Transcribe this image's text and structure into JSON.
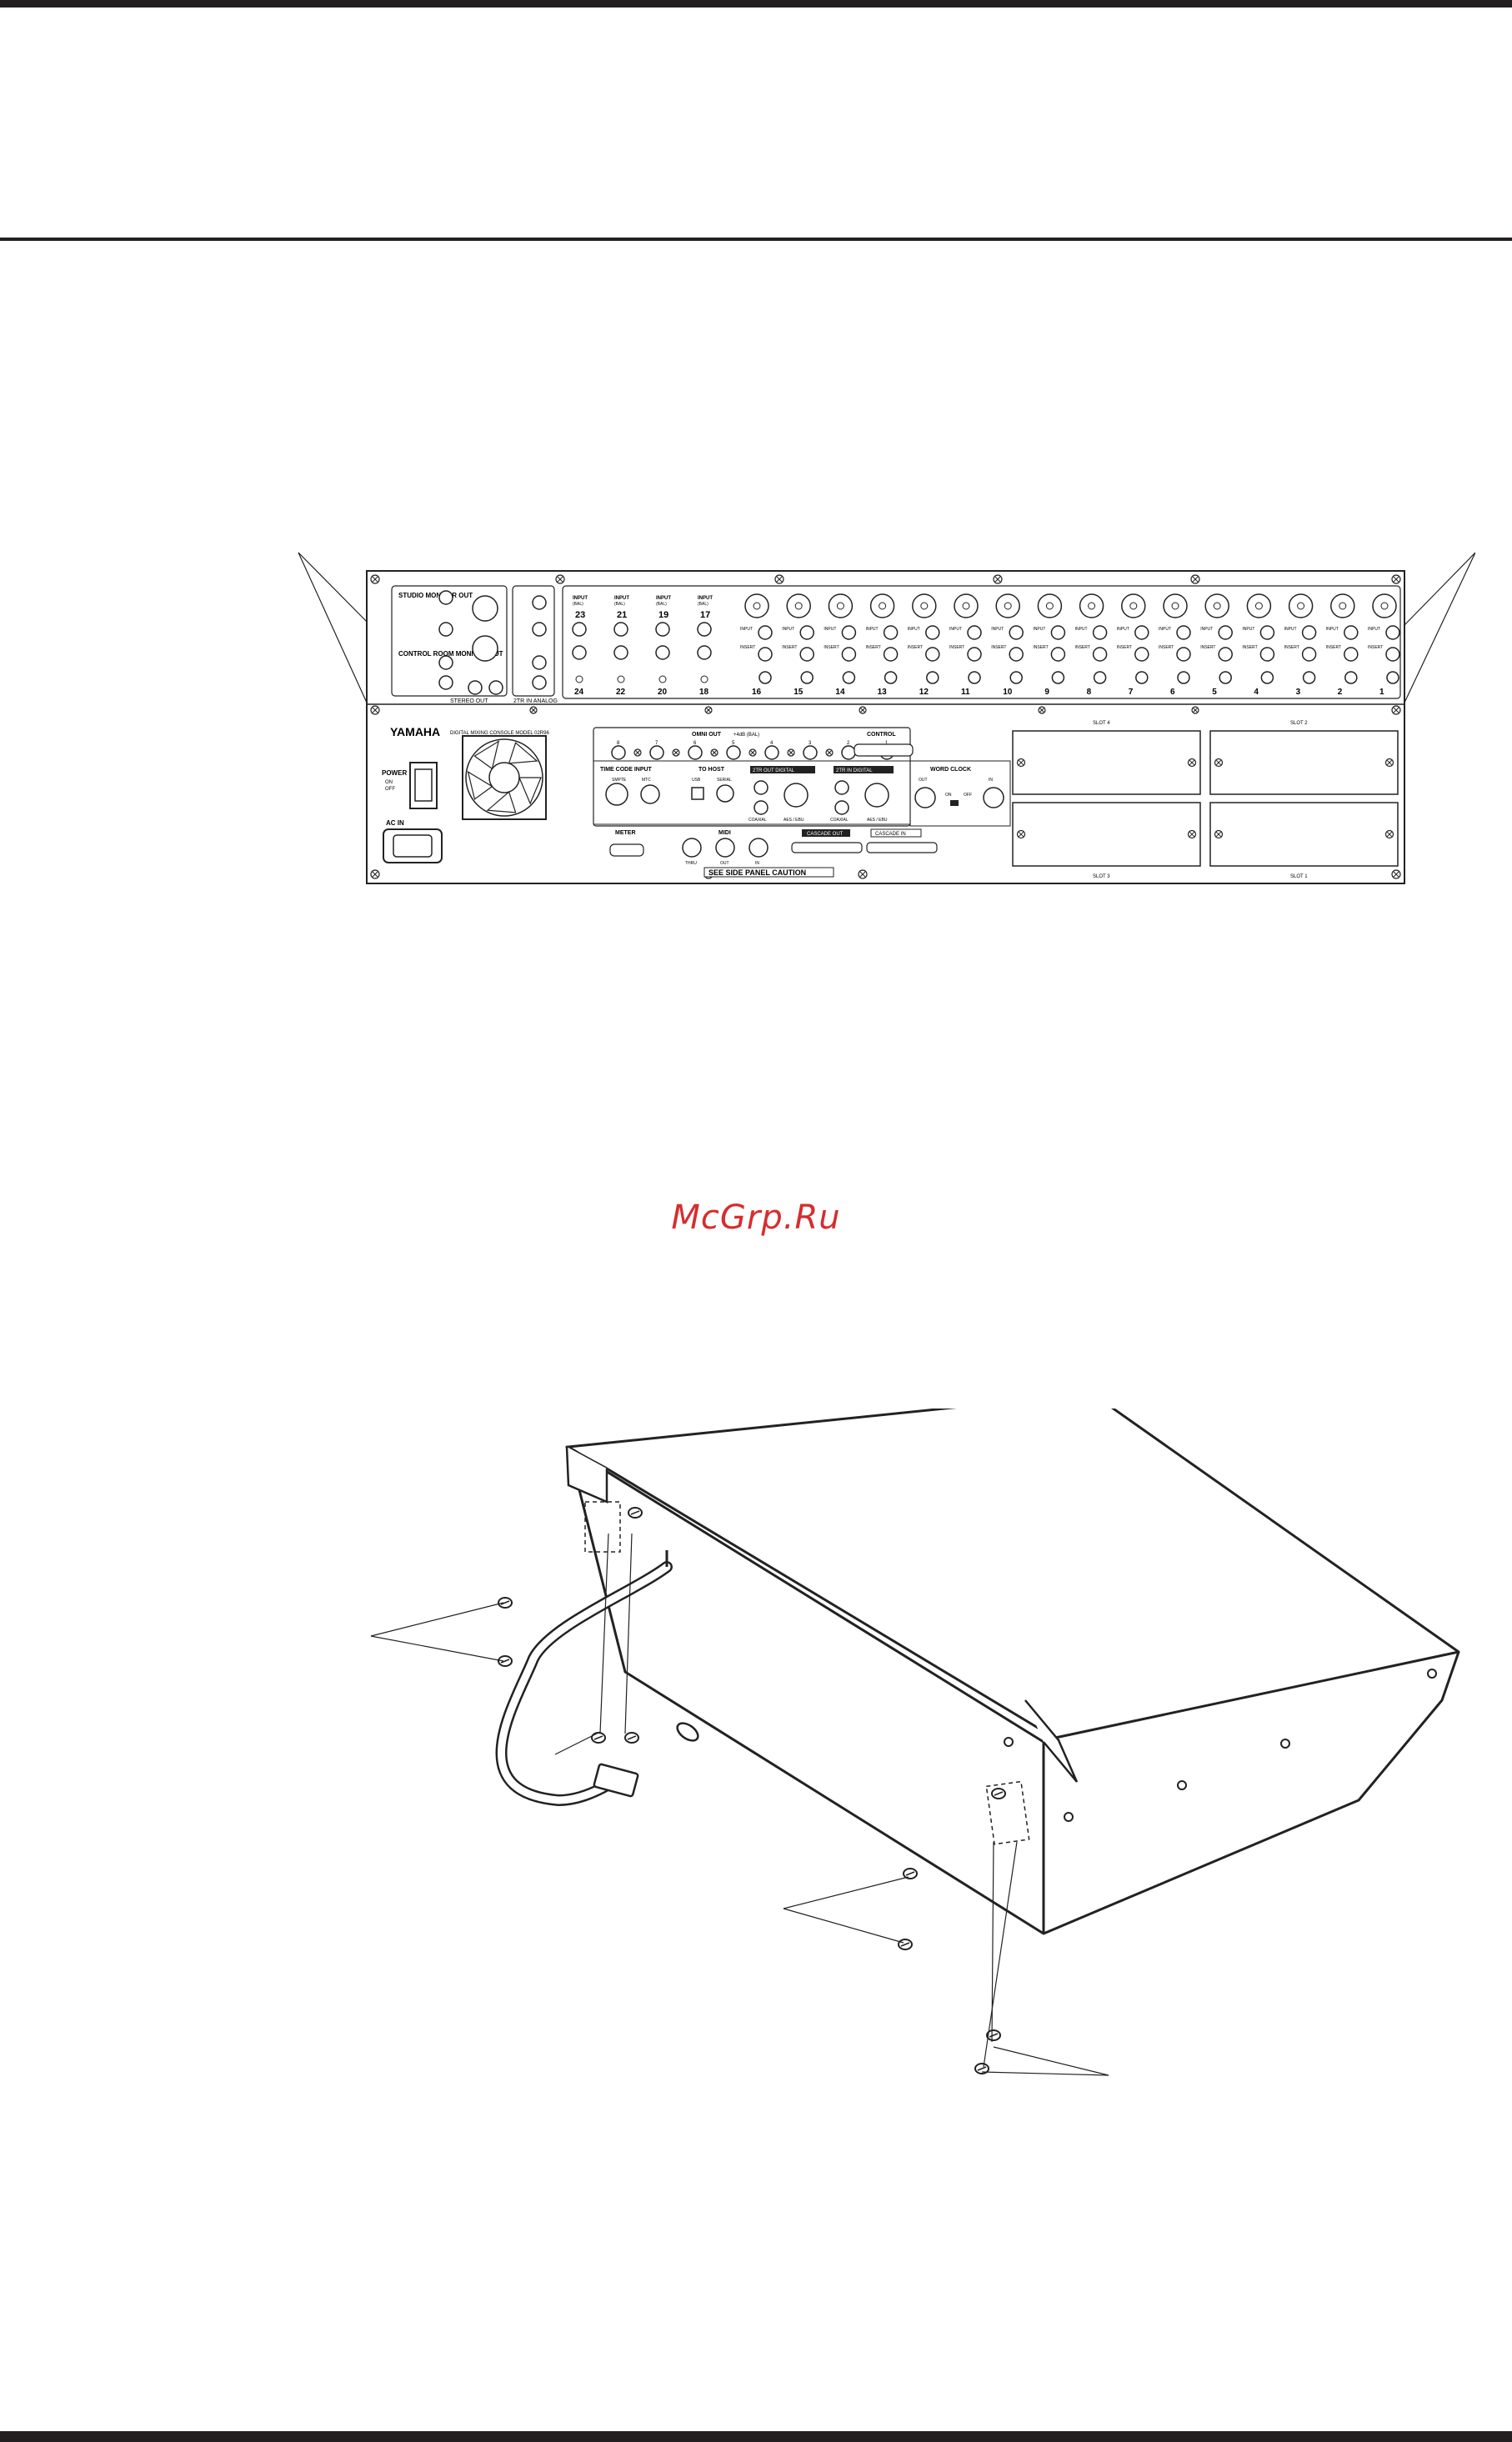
{
  "watermark": "McGrp.Ru",
  "panel": {
    "brand": "YAMAHA",
    "model_line": "DIGITAL MIXING CONSOLE MODEL 02R96",
    "studio_monitor": "STUDIO MONITOR OUT",
    "control_room": "CONTROL ROOM MONITOR OUT",
    "stereo_out": "STEREO OUT",
    "two_tr_in_analog": "2TR IN ANALOG",
    "power": "POWER",
    "power_on": "ON",
    "power_off": "OFF",
    "ac_in": "AC IN",
    "omni_out": "OMNI OUT",
    "omni_out_level": "+4dB (BAL)",
    "control": "CONTROL",
    "time_code_input": "TIME CODE INPUT",
    "smpte": "SMPTE",
    "mtc": "MTC",
    "to_host": "TO HOST",
    "usb": "USB",
    "serial": "SERIAL",
    "two_tr_out_digital": "2TR OUT DIGITAL",
    "two_tr_in_digital": "2TR IN DIGITAL",
    "coaxial": "COAXIAL",
    "aes_ebu": "AES / EBU",
    "word_clock": "WORD CLOCK",
    "wc_out": "OUT",
    "wc_in": "IN",
    "wc_on": "ON",
    "wc_off": "OFF",
    "meter": "METER",
    "midi": "MIDI",
    "midi_thru": "THRU",
    "midi_out": "OUT",
    "midi_in": "IN",
    "cascade_out": "CASCADE OUT",
    "cascade_in": "CASCADE IN",
    "slot": "SLOT",
    "caution": "SEE SIDE PANEL CAUTION",
    "input": "INPUT",
    "bal": "(BAL)",
    "insert": "INSERT",
    "input_labels_top": [
      "23",
      "21",
      "19",
      "17"
    ],
    "input_labels_bottom": [
      "24",
      "22",
      "20",
      "18"
    ],
    "channel_numbers": [
      "16",
      "15",
      "14",
      "13",
      "12",
      "11",
      "10",
      "9",
      "8",
      "7",
      "6",
      "5",
      "4",
      "3",
      "2",
      "1"
    ],
    "omni_numbers": [
      "8",
      "7",
      "6",
      "5",
      "4",
      "3",
      "2",
      "1"
    ],
    "slot_numbers": [
      "4",
      "2",
      "3",
      "1"
    ]
  }
}
